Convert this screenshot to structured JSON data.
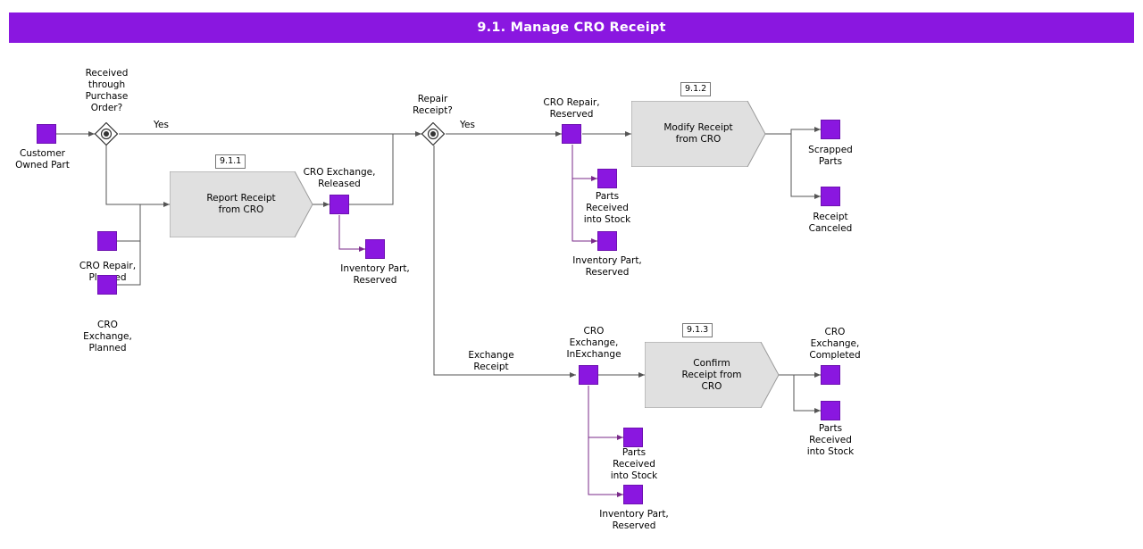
{
  "header": {
    "title": "9.1. Manage CRO Receipt",
    "bar_color": "#8a17e0",
    "text_color": "#ffffff"
  },
  "theme": {
    "node_fill": "#8a17e0",
    "node_stroke": "#6d11b0",
    "connector": "#7a2a8a",
    "subprocess_fill": "#e0e0e0",
    "subprocess_stroke": "#9a9a9a"
  },
  "nodes": [
    {
      "id": "customer-owned-part",
      "label": "Customer\nOwned Part"
    },
    {
      "id": "gateway-received-through-po",
      "label": "Received\nthrough\nPurchase\nOrder?"
    },
    {
      "id": "cro-repair-planned",
      "label": "CRO Repair,\nPlanned"
    },
    {
      "id": "cro-exchange-planned",
      "label": "CRO\nExchange,\nPlanned"
    },
    {
      "id": "subprocess-report-receipt",
      "label": "Report Receipt\nfrom CRO",
      "tag": "9.1.1"
    },
    {
      "id": "cro-exchange-released",
      "label": "CRO Exchange,\nReleased"
    },
    {
      "id": "inventory-part-reserved-1",
      "label": "Inventory Part,\nReserved"
    },
    {
      "id": "gateway-repair-receipt",
      "label": "Repair\nReceipt?"
    },
    {
      "id": "cro-repair-reserved",
      "label": "CRO Repair,\nReserved"
    },
    {
      "id": "subprocess-modify-receipt",
      "label": "Modify Receipt\nfrom CRO",
      "tag": "9.1.2"
    },
    {
      "id": "parts-received-into-stock-1",
      "label": "Parts\nReceived\ninto Stock"
    },
    {
      "id": "inventory-part-reserved-2",
      "label": "Inventory Part,\nReserved"
    },
    {
      "id": "scrapped-parts",
      "label": "Scrapped\nParts"
    },
    {
      "id": "receipt-canceled",
      "label": "Receipt\nCanceled"
    },
    {
      "id": "cro-exchange-inexchange",
      "label": "CRO\nExchange,\nInExchange"
    },
    {
      "id": "subprocess-confirm-receipt",
      "label": "Confirm\nReceipt from\nCRO",
      "tag": "9.1.3"
    },
    {
      "id": "parts-received-into-stock-2",
      "label": "Parts\nReceived\ninto Stock"
    },
    {
      "id": "inventory-part-reserved-3",
      "label": "Inventory Part,\nReserved"
    },
    {
      "id": "cro-exchange-completed",
      "label": "CRO\nExchange,\nCompleted"
    },
    {
      "id": "parts-received-into-stock-3",
      "label": "Parts\nReceived\ninto Stock"
    }
  ],
  "edge_labels": [
    {
      "id": "yes-1",
      "text": "Yes"
    },
    {
      "id": "yes-2",
      "text": "Yes"
    },
    {
      "id": "exchange-receipt",
      "text": "Exchange\nReceipt"
    }
  ]
}
